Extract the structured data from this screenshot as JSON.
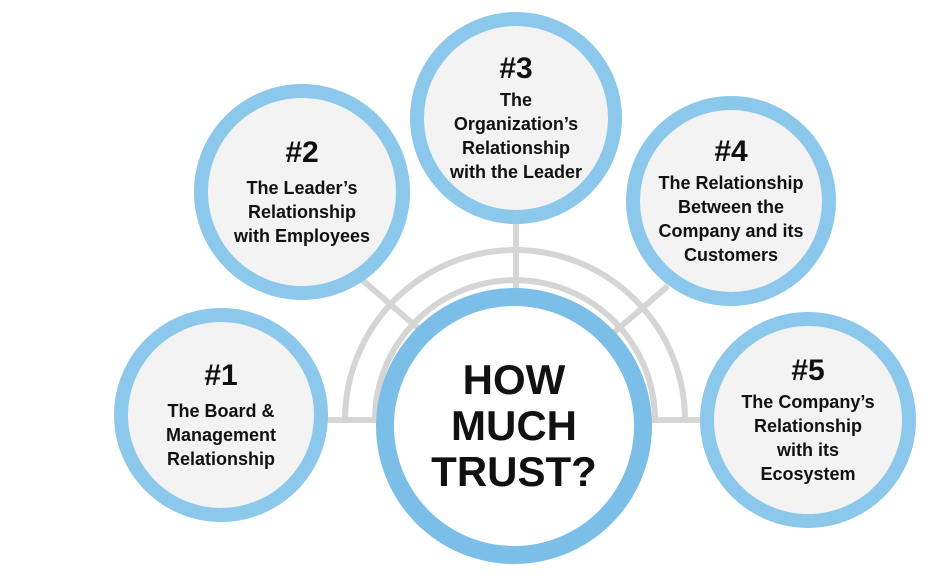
{
  "center": {
    "lines": [
      "HOW",
      "MUCH",
      "TRUST?"
    ]
  },
  "nodes": [
    {
      "number": "#1",
      "lines": [
        "The Board &",
        "Management",
        "Relationship"
      ]
    },
    {
      "number": "#2",
      "lines": [
        "The Leader’s",
        "Relationship",
        "with Employees"
      ]
    },
    {
      "number": "#3",
      "lines": [
        "The",
        "Organization’s",
        "Relationship",
        "with the Leader"
      ]
    },
    {
      "number": "#4",
      "lines": [
        "The Relationship",
        "Between the",
        "Company and its",
        "Customers"
      ]
    },
    {
      "number": "#5",
      "lines": [
        "The Company’s",
        "Relationship",
        "with its",
        "Ecosystem"
      ]
    }
  ],
  "colors": {
    "ring": "#8cc8ec",
    "center_ring": "#7bbfe8",
    "fill": "#f3f3f3",
    "connector": "#d5d5d5",
    "text": "#111111"
  }
}
